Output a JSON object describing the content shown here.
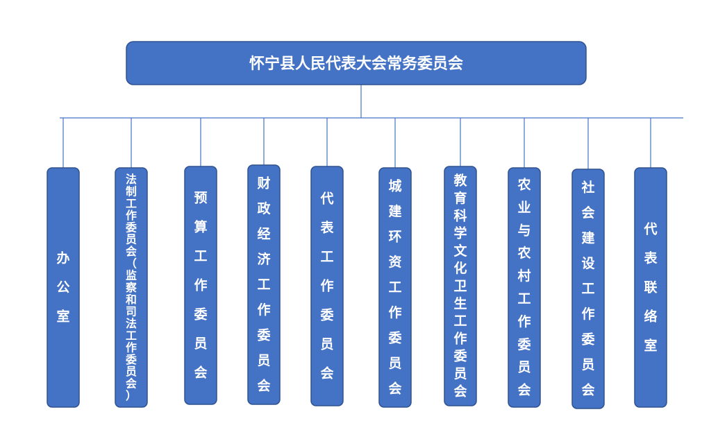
{
  "org": {
    "root": {
      "label": "怀宁县人民代表大会常务委员会"
    },
    "children": [
      {
        "label": "办公室"
      },
      {
        "label": "法制工作委员会（监察和司法工作委员会）"
      },
      {
        "label": "预算工作委员会"
      },
      {
        "label": "财政经济工作委员会"
      },
      {
        "label": "代表工作委员会"
      },
      {
        "label": "城建环资工作委员会"
      },
      {
        "label": "教育科学文化卫生工作委员会"
      },
      {
        "label": "农业与农村工作委员会"
      },
      {
        "label": "社会建设工作委员会"
      },
      {
        "label": "代表联络室"
      }
    ]
  },
  "colors": {
    "box_fill": "#4472C4",
    "box_border": "#2F528F",
    "connector": "#4472C4",
    "text": "#FFFFFF"
  }
}
